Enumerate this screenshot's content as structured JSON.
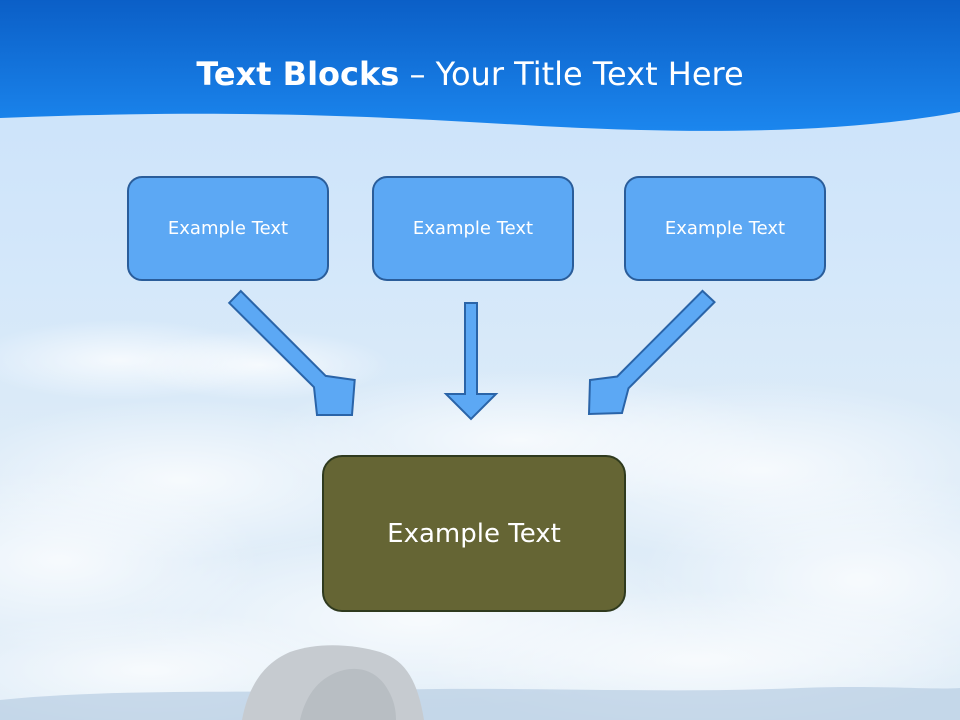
{
  "title": {
    "bold": "Text Blocks",
    "rest": " – Your Title Text Here"
  },
  "blocks": {
    "top": [
      "Example Text",
      "Example Text",
      "Example Text"
    ],
    "main": "Example Text"
  },
  "colors": {
    "header_blue": "#0a6fd8",
    "block_fill": "#5ca8f4",
    "block_border": "#2a5d9a",
    "main_fill": "#656534",
    "arrow_fill": "#5ca8f4",
    "arrow_stroke": "#2a64a8"
  }
}
